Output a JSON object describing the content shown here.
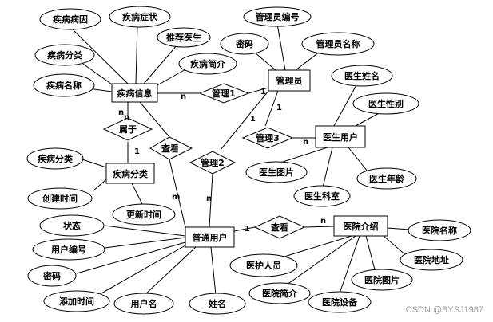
{
  "entities": {
    "disease_info": "疾病信息",
    "admin": "管理员",
    "doctor_user": "医生用户",
    "disease_category": "疾病分类",
    "regular_user": "普通用户",
    "hospital_intro": "医院介绍"
  },
  "relationships": {
    "manage1": "管理1",
    "manage2": "管理2",
    "manage3": "管理3",
    "belongs_to": "属于",
    "view_disease": "查看",
    "view_hospital": "查看"
  },
  "attributes": {
    "disease_cause": "疾病病因",
    "disease_symptom": "疾病症状",
    "recommended_doctor": "推荐医生",
    "disease_category_attr": "疾病分类",
    "disease_intro": "疾病简介",
    "disease_name": "疾病名称",
    "admin_no": "管理员编号",
    "admin_password": "密码",
    "admin_name": "管理员名称",
    "doctor_name": "医生姓名",
    "doctor_gender": "医生性别",
    "doctor_photo": "医生图片",
    "doctor_age": "医生年龄",
    "doctor_dept": "医生科室",
    "category_disease_category": "疾病分类",
    "created_time": "创建时间",
    "updated_time": "更新时间",
    "status": "状态",
    "user_no": "用户编号",
    "user_password": "密码",
    "added_time": "添加时间",
    "username": "用户名",
    "full_name": "姓名",
    "hospital_name": "医院名称",
    "hospital_address": "医院地址",
    "medical_staff": "医护人员",
    "hospital_intro_attr": "医院简介",
    "hospital_photo": "医院图片",
    "hospital_equipment": "医院设备"
  },
  "cardinalities": {
    "di_manage1": "n",
    "admin_manage1": "1",
    "admin_manage2": "1",
    "admin_manage3": "1",
    "doctor_manage3": "n",
    "di_belongs_1": "n",
    "di_belongs_2": "n",
    "cat_belongs": "1",
    "ru_view_disease": "m",
    "ru_manage2": "n",
    "ru_view_hospital": "1",
    "hosp_view": "n"
  },
  "watermark": "CSDN @BYSJ1987"
}
